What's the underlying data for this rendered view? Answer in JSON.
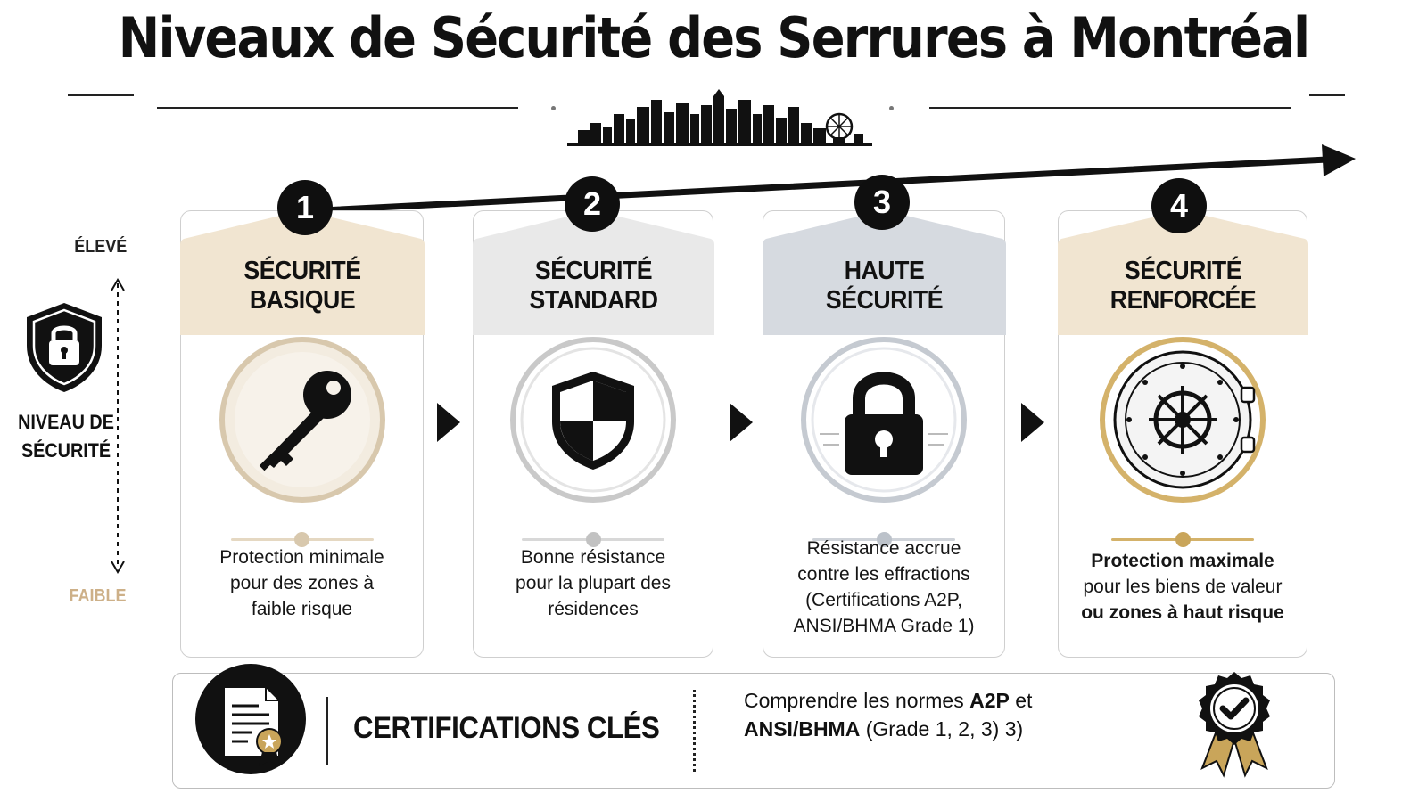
{
  "title": "Niveaux de Sécurité des Serrures à Montréal",
  "axis": {
    "high_label": "ÉLEVÉ",
    "low_label": "FAIBLE",
    "title_line1": "NIVEAU DE",
    "title_line2": "SÉCURITÉ",
    "icon": "shield-lock-icon"
  },
  "levels": [
    {
      "number": "1",
      "title_line1": "SÉCURITÉ",
      "title_line2": "BASIQUE",
      "icon": "key-icon",
      "head_color": "#f1e5d1",
      "accent_color": "#d8c8ad",
      "description": [
        "Protection minimale",
        "pour des zones à",
        "faible risque"
      ]
    },
    {
      "number": "2",
      "title_line1": "SÉCURITÉ",
      "title_line2": "STANDARD",
      "icon": "shield-icon",
      "head_color": "#e9e9e9",
      "accent_color": "#c9c9c9",
      "description": [
        "Bonne résistance",
        "pour la plupart des",
        "résidences"
      ]
    },
    {
      "number": "3",
      "title_line1": "HAUTE",
      "title_line2": "SÉCURITÉ",
      "icon": "padlock-icon",
      "head_color": "#d6dae0",
      "accent_color": "#c5cad1",
      "description": [
        "Résistance accrue",
        "contre les effractions",
        "(Certifications A2P,",
        "ANSI/BHMA Grade 1)"
      ]
    },
    {
      "number": "4",
      "title_line1": "SÉCURITÉ",
      "title_line2": "RENFORCÉE",
      "icon": "vault-door-icon",
      "head_color": "#f1e5d1",
      "accent_color": "#d4b26a",
      "description": [
        "Protection maximale",
        "pour les biens de valeur",
        "ou zones à haut risque"
      ]
    }
  ],
  "certifications": {
    "label": "CERTIFICATIONS CLÉS",
    "desc_line1_prefix": "Comprendre les normes ",
    "desc_line1_bold": "A2P",
    "desc_line1_suffix": " et",
    "desc_line2_bold": "ANSI/BHMA",
    "desc_line2_suffix": " (Grade 1, 2, 3) 3)",
    "left_icon": "certificate-document-icon",
    "right_icon": "approved-seal-icon"
  },
  "colors": {
    "gold": "#cdb088",
    "dark": "#111111"
  }
}
